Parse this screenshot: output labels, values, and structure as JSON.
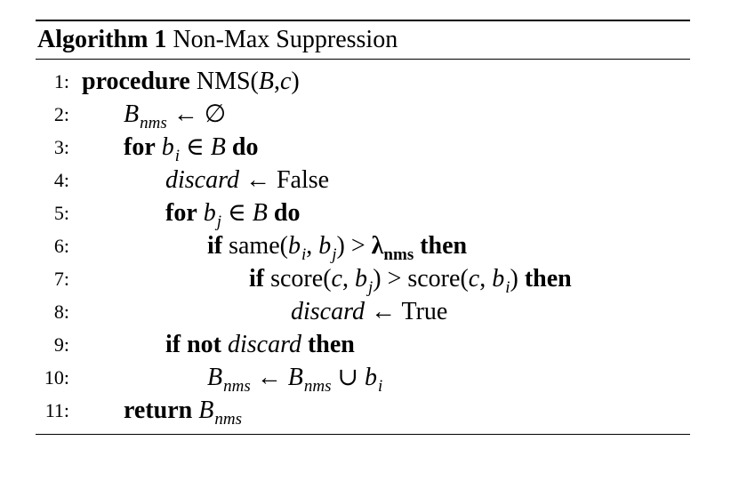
{
  "algorithm": {
    "label": "Algorithm 1",
    "title": "Non-Max Suppression"
  },
  "lines": [
    {
      "num": "1:"
    },
    {
      "num": "2:"
    },
    {
      "num": "3:"
    },
    {
      "num": "4:"
    },
    {
      "num": "5:"
    },
    {
      "num": "6:"
    },
    {
      "num": "7:"
    },
    {
      "num": "8:"
    },
    {
      "num": "9:"
    },
    {
      "num": "10:"
    },
    {
      "num": "11:"
    }
  ],
  "keywords": {
    "procedure": "procedure",
    "for": "for",
    "do": "do",
    "if": "if",
    "then": "then",
    "if_not": "if not",
    "return": "return"
  },
  "tokens": {
    "nms_name": "NMS",
    "B": "B",
    "c": "c",
    "nms_sub": "nms",
    "arrow": "←",
    "emptyset": "∅",
    "b": "b",
    "i": "i",
    "j": "j",
    "in": "∈",
    "discard": "discard",
    "false_val": "False",
    "true_val": "True",
    "same": "same",
    "score": "score",
    "gt": ">",
    "lambda": "λ",
    "union": "∪"
  }
}
